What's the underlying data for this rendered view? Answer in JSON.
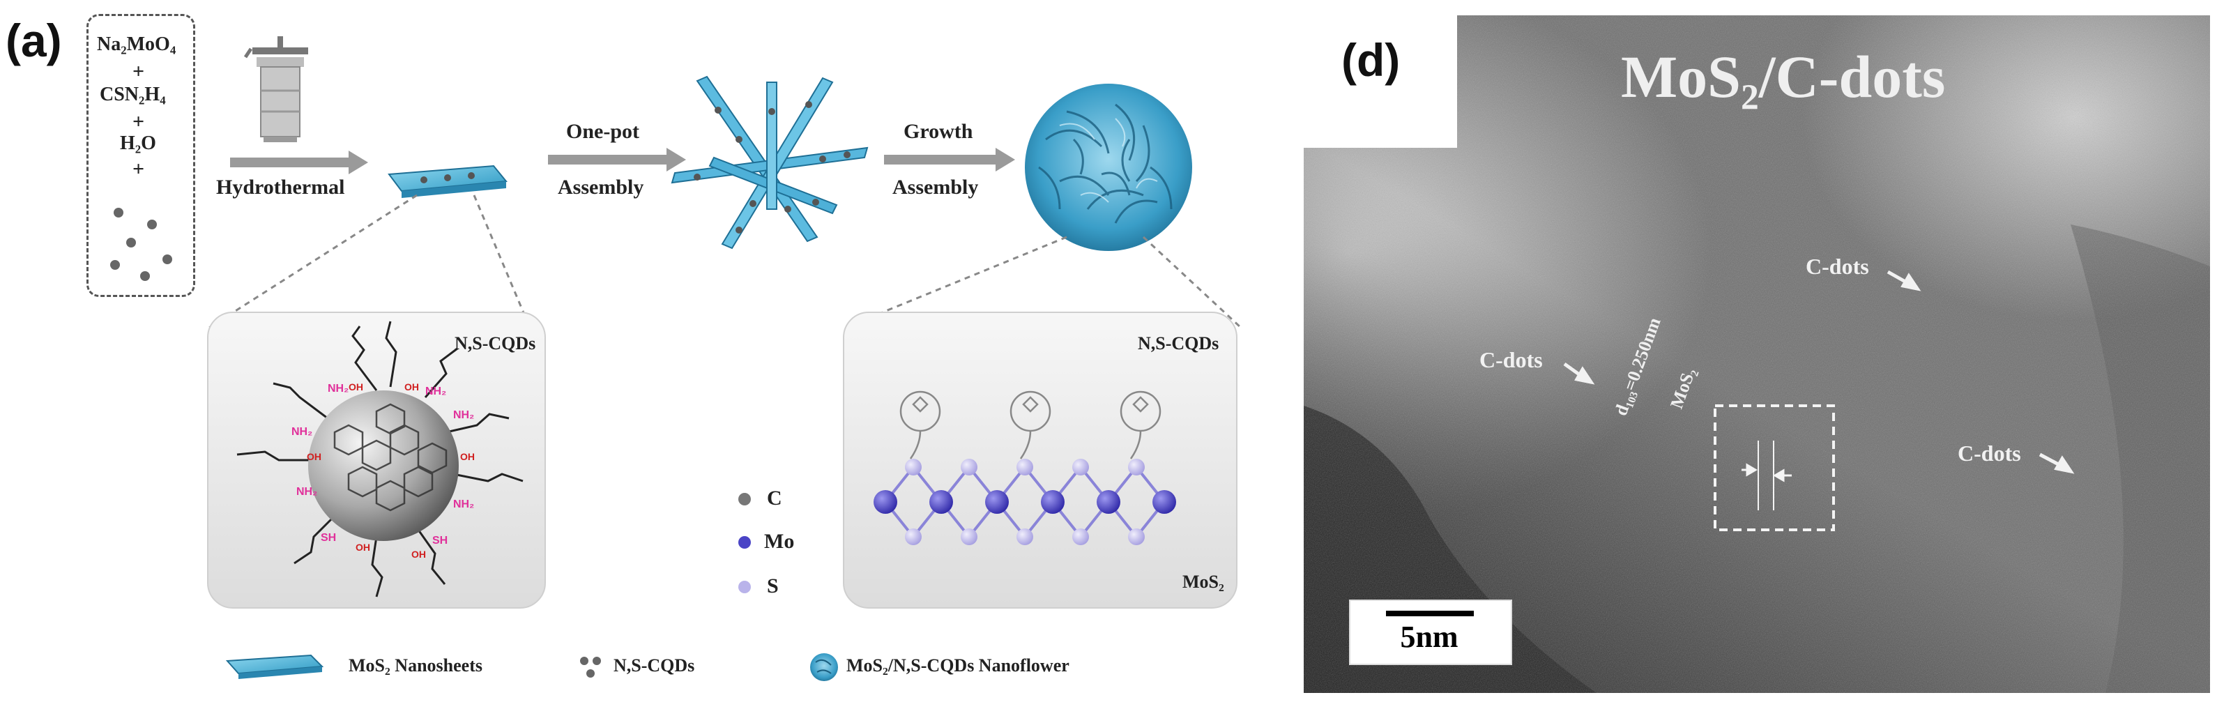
{
  "panel_a": {
    "label": "(a)",
    "precursors": {
      "line1": "Na₂MoO₄",
      "plus1": "+",
      "line2": "CSN₂H₄",
      "plus2": "+",
      "line3": "H₂O",
      "plus3": "+"
    },
    "step1": "Hydrothermal",
    "step2_top": "One-pot",
    "step2_bottom": "Assembly",
    "step3_top": "Growth",
    "step3_bottom": "Assembly",
    "inset_left_title": "N,S-CQDs",
    "inset_right_title": "N,S-CQDs",
    "inset_right_material": "MoS₂",
    "atom_legend": [
      {
        "symbol": "C",
        "color": "#777777"
      },
      {
        "symbol": "Mo",
        "color": "#4a44c6"
      },
      {
        "symbol": "S",
        "color": "#b9b3ea"
      }
    ],
    "bottom_legend": {
      "item1": "MoS₂ Nanosheets",
      "item2": "N,S-CQDs",
      "item3": "MoS₂/N,S-CQDs Nanoflower"
    }
  },
  "panel_d": {
    "label": "(d)",
    "title": "MoS₂/C-dots",
    "cdots_1": "C-dots",
    "cdots_2": "C-dots",
    "cdots_3": "C-dots",
    "lattice_label": "d₁₀₃=0.250nm",
    "lattice_material": "MoS₂",
    "scale": "5nm"
  }
}
